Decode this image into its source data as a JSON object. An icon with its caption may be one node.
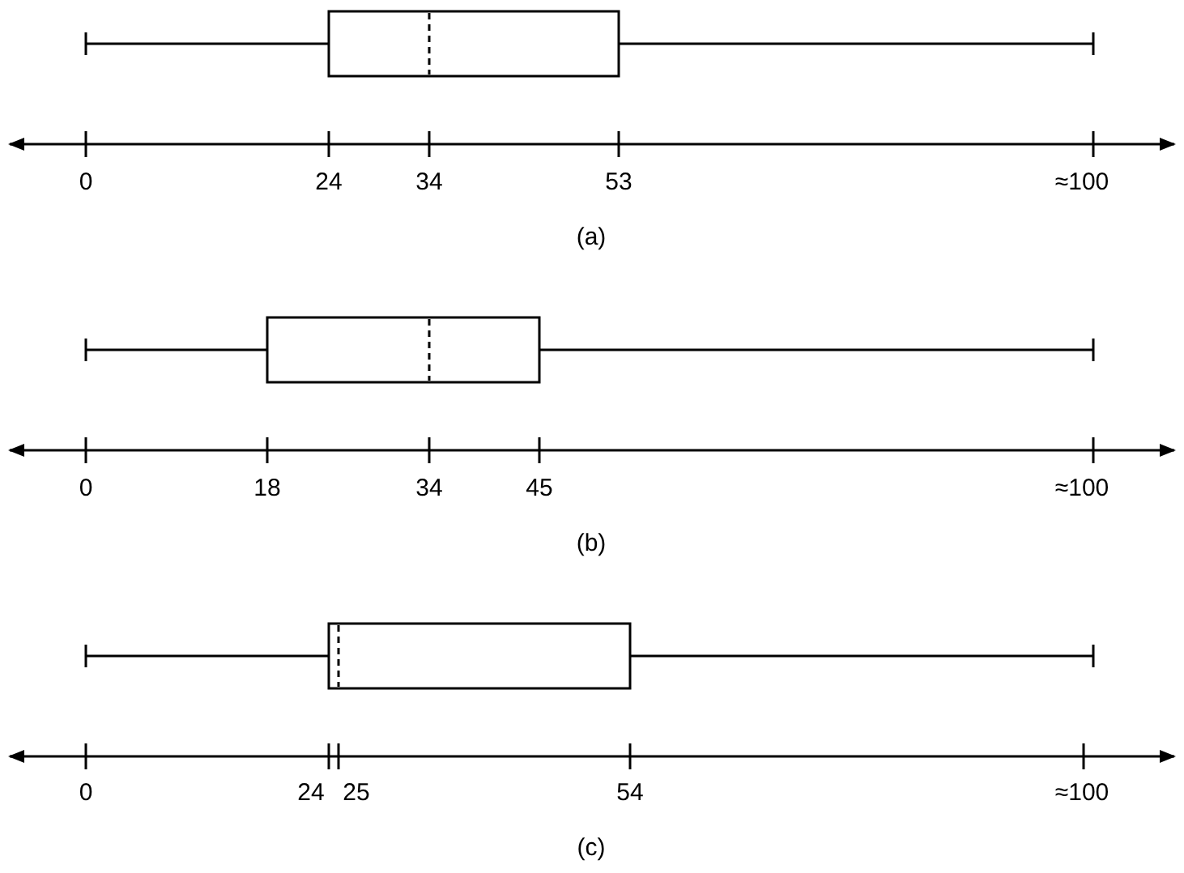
{
  "diagram": {
    "labels": [
      "0",
      "24",
      "34",
      "53",
      "≈100",
      "(a)",
      "0",
      "18",
      "34",
      "45",
      "≈100",
      "(b)",
      "0",
      "24",
      "25",
      "54",
      "≈100",
      "(c)"
    ]
  }
}
